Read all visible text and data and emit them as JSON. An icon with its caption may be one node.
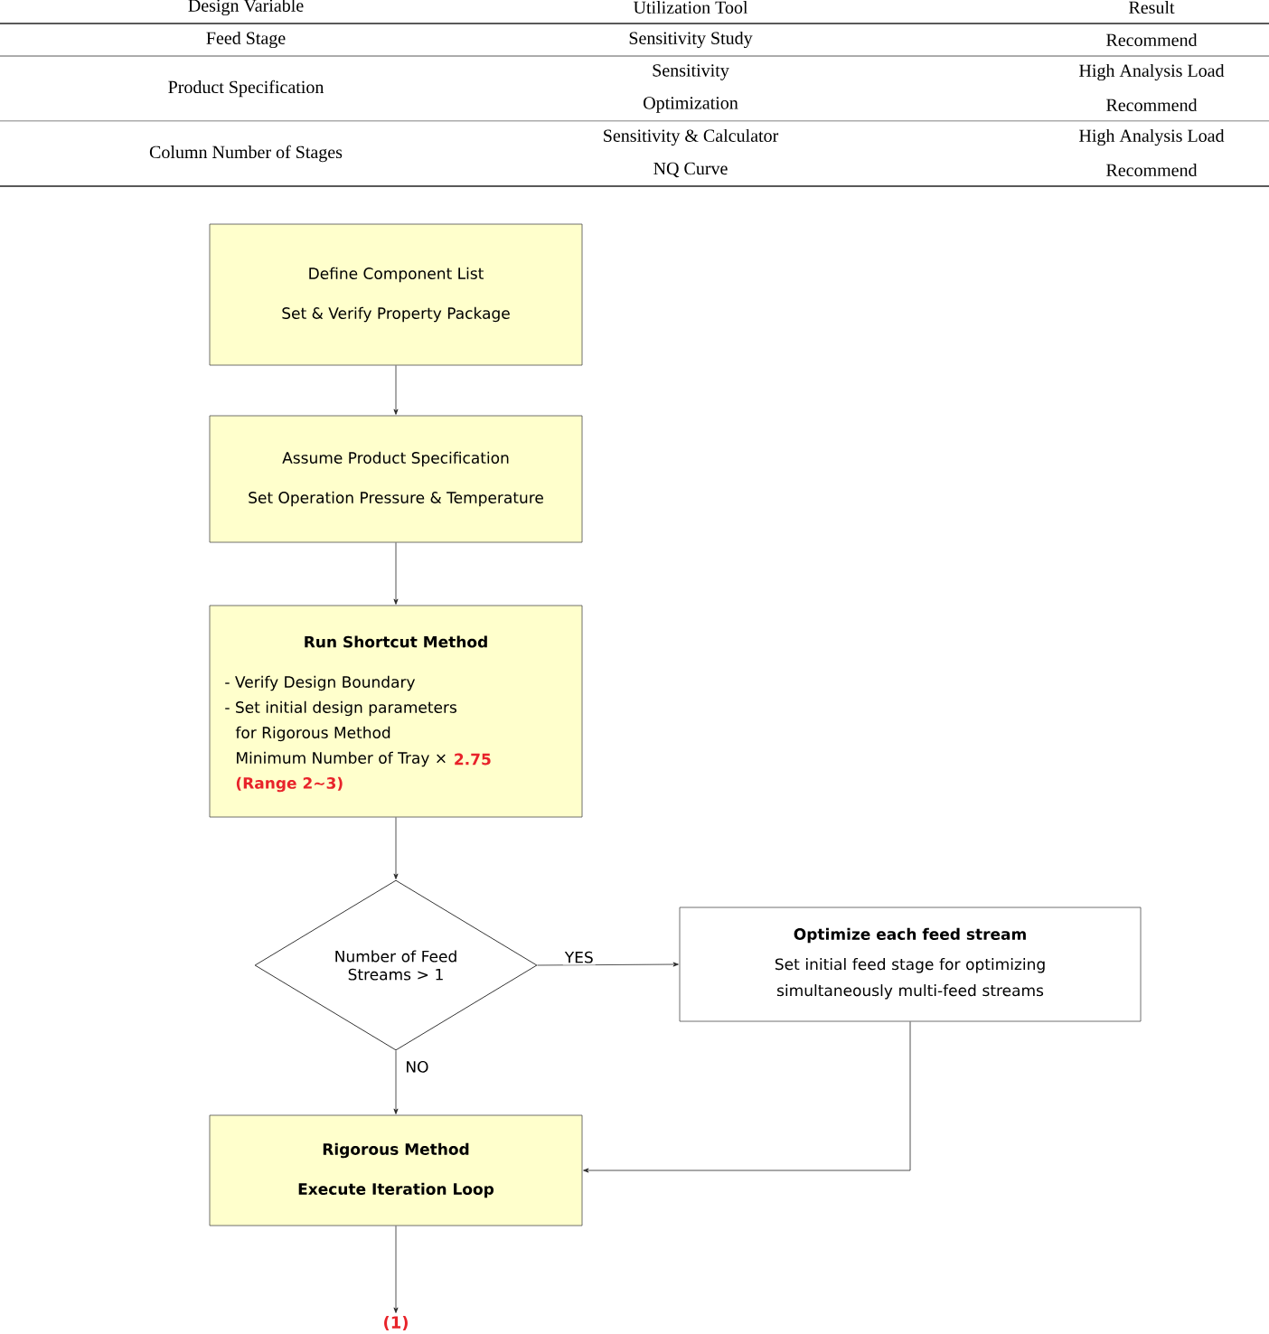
{
  "diagram": {
    "nodes": [
      {
        "text": [
          "Define Component List",
          "Set & Verify Property Package"
        ]
      },
      {
        "text": [
          "Assume Product Specification",
          "Set Operation Pressure & Temperature"
        ]
      },
      {
        "text": [
          "Run Shortcut Method",
          "- Verify Design Boundary",
          "- Set initial design parameters",
          "for Rigorous Method",
          "Minimum Number of Tray ×",
          "2.75",
          "(Range 2~3)"
        ]
      },
      {
        "text": [
          "Number of Feed Streams > 1"
        ]
      },
      {
        "text": [
          "Optimize each feed stream",
          "Set initial feed stage for optimizing simultaneously multi-feed streams"
        ]
      },
      {
        "text": [
          "Rigorous Method",
          "Execute Iteration Loop"
        ]
      },
      {
        "text": [
          "(1)"
        ]
      }
    ],
    "edges": [
      {
        "from": 0,
        "to": 1,
        "arrow": "to"
      },
      {
        "from": 1,
        "to": 2,
        "arrow": "to"
      },
      {
        "from": 2,
        "to": 3,
        "arrow": "to"
      },
      {
        "from": 3,
        "to": 4,
        "arrow": "to",
        "label": "YES"
      },
      {
        "from": 3,
        "to": 5,
        "arrow": "to",
        "label": "NO"
      },
      {
        "from": 4,
        "to": 5,
        "arrow": "to"
      },
      {
        "from": 5,
        "to": 6,
        "arrow": "to"
      }
    ],
    "labels": [
      "Design Variable",
      "Utilization Tool",
      "Result",
      "Feed Stage",
      "Sensitivity Study",
      "Recommend",
      "Product Specification",
      "Sensitivity",
      "High Analysis Load",
      "Optimization",
      "Recommend",
      "Column Number of Stages",
      "Sensitivity & Calculator",
      "High Analysis Load",
      "NQ Curve",
      "Recommend"
    ]
  }
}
